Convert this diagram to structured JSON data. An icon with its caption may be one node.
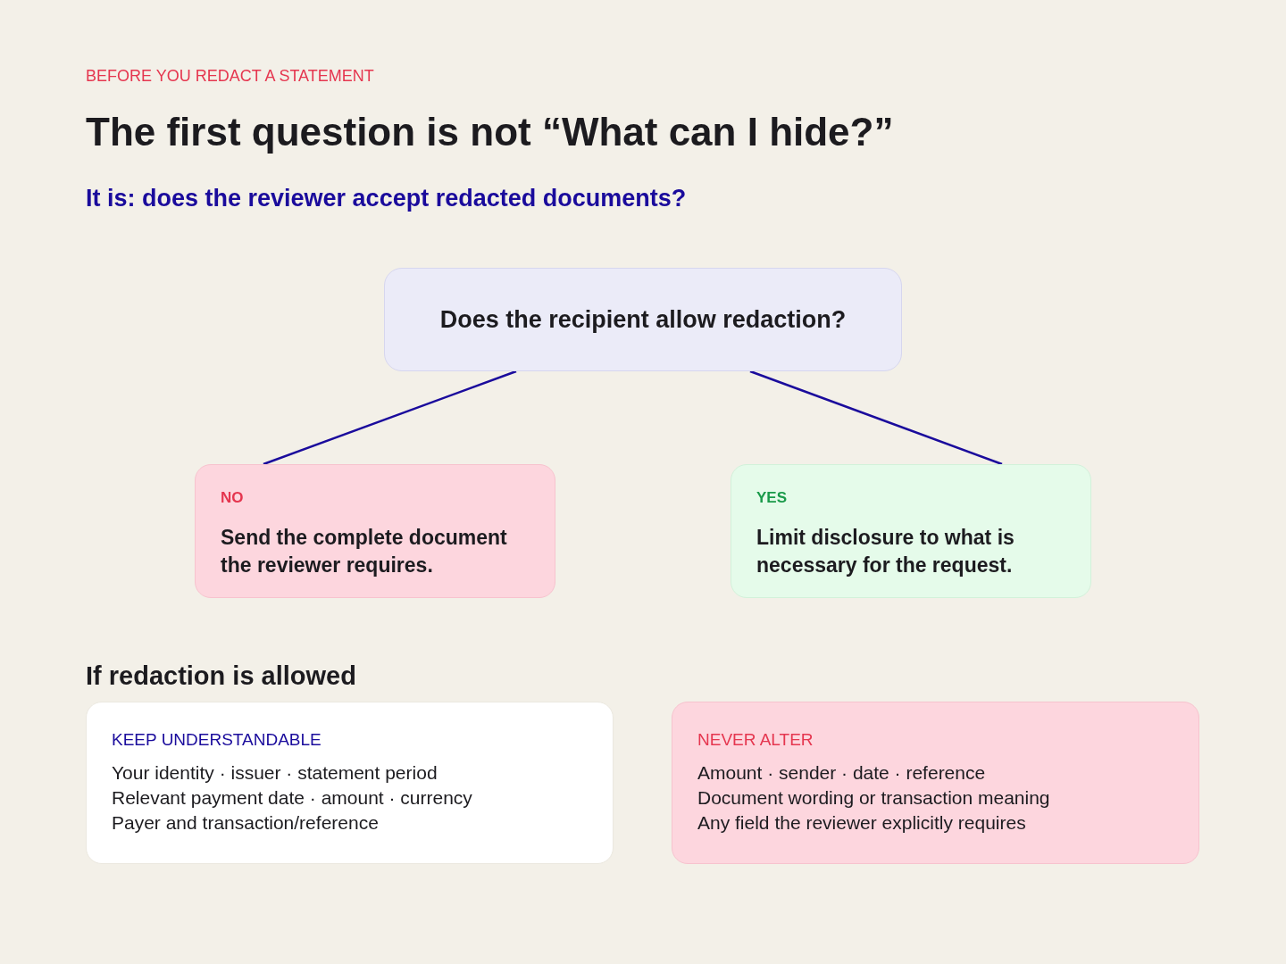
{
  "diagram": {
    "title": "The first question is not “What can I hide?”",
    "nodes": [
      {
        "text": [
          "Does the recipient allow redaction?"
        ]
      },
      {
        "text": [
          "NO",
          "Send the complete document the reviewer requires."
        ]
      },
      {
        "text": [
          "YES",
          "Limit disclosure to what is necessary for the request."
        ]
      },
      {
        "text": [
          "KEEP UNDERSTANDABLE",
          "Your identity · issuer · statement period",
          "Relevant payment date · amount · currency",
          "Payer and transaction/reference"
        ]
      },
      {
        "text": [
          "NEVER ALTER",
          "Amount · sender · date · reference",
          "Document wording or transaction meaning",
          "Any field the reviewer explicitly requires"
        ]
      }
    ],
    "edges": [
      {
        "from": 0,
        "to": 1,
        "arrow": "none"
      },
      {
        "from": 0,
        "to": 2,
        "arrow": "none"
      }
    ],
    "labels": [
      "BEFORE YOU REDACT A STATEMENT",
      "It is: does the reviewer accept redacted documents?",
      "If redaction is allowed"
    ]
  }
}
